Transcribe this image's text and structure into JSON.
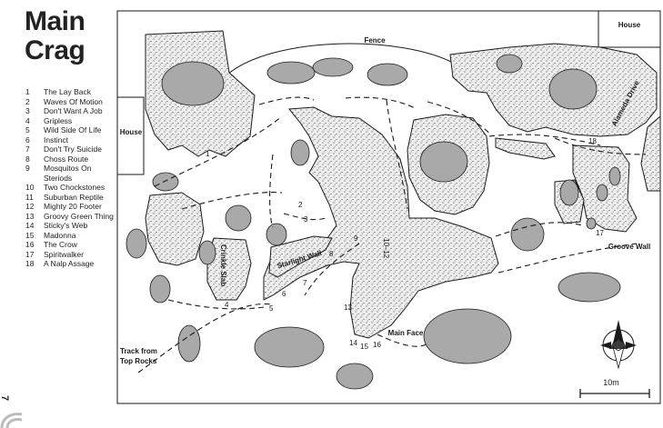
{
  "title": {
    "line1": "Main",
    "line2": "Crag"
  },
  "routes": [
    {
      "number": "1",
      "name": "The Lay Back"
    },
    {
      "number": "2",
      "name": "Waves Of Motion"
    },
    {
      "number": "3",
      "name": "Don't Want A Job"
    },
    {
      "number": "4",
      "name": "Gripless"
    },
    {
      "number": "5",
      "name": "Wild Side Of Life"
    },
    {
      "number": "6",
      "name": "Instinct"
    },
    {
      "number": "7",
      "name": "Don't Try Suicide"
    },
    {
      "number": "8",
      "name": "Choss Route"
    },
    {
      "number": "9",
      "name": "Mosquitos On Steriods"
    },
    {
      "number": "10",
      "name": "Two Chockstones"
    },
    {
      "number": "11",
      "name": "Suburban Reptile"
    },
    {
      "number": "12",
      "name": "Mighty 20 Footer"
    },
    {
      "number": "13",
      "name": "Groovy Green Thing"
    },
    {
      "number": "14",
      "name": "Sticky's Web"
    },
    {
      "number": "15",
      "name": "Madonna"
    },
    {
      "number": "16",
      "name": "The Crow"
    },
    {
      "number": "17",
      "name": "Spiritwalker"
    },
    {
      "number": "18",
      "name": "A Nalp Assage"
    }
  ],
  "page_number": "7",
  "map_labels": {
    "house_top_right": "House",
    "house_left": "House",
    "fence": "Fence",
    "alameda_drive": "Alameda Drive",
    "crinkle_slab": "Crinkle Slab",
    "starlight_wall": "Starlight Wall",
    "main_face": "Main Face",
    "groove_wall": "Groove Wall",
    "track_line1": "Track from",
    "track_line2": "Top Rocks",
    "scale": "10m"
  },
  "route_markers": {
    "m1": "1",
    "m2": "2",
    "m3": "3",
    "m4": "4",
    "m5": "5",
    "m6": "6",
    "m7": "7",
    "m8": "8",
    "m9": "9",
    "m10_12": "10–12",
    "m13": "13",
    "m14": "14",
    "m15": "15",
    "m16": "16",
    "m17": "17",
    "m18": "18"
  },
  "colors": {
    "rock_fill": "#ededed",
    "bush_fill": "#a9a9a9",
    "line": "#1a1a1a",
    "background": "#ffffff"
  }
}
